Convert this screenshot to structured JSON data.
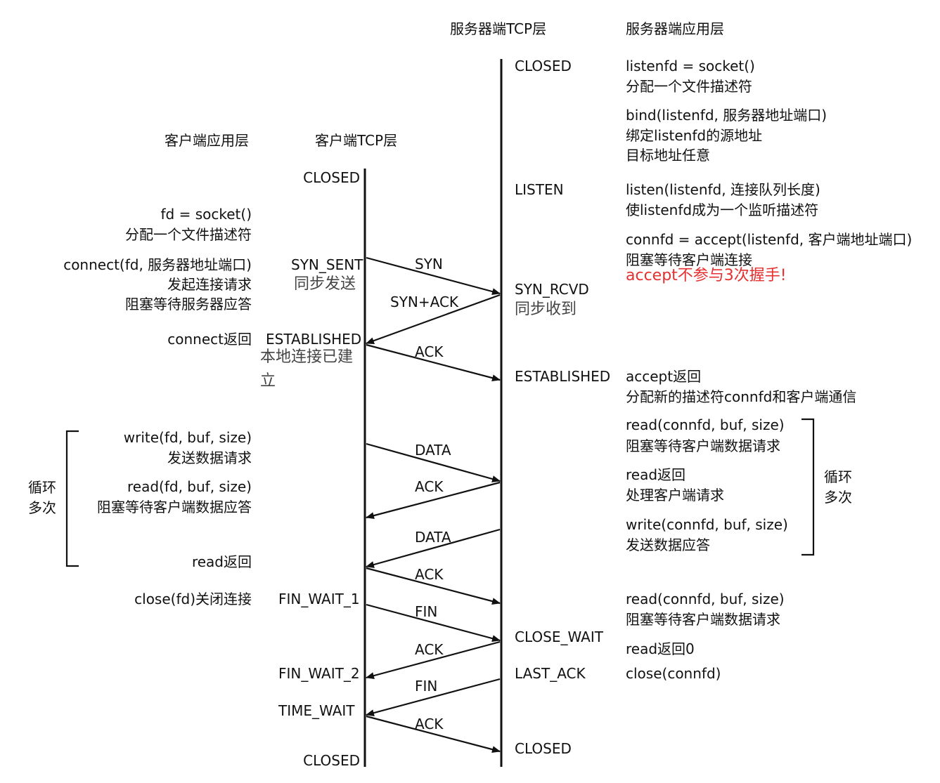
{
  "headers": {
    "client_app": "客户端应用层",
    "client_tcp": "客户端TCP层",
    "server_tcp": "服务器端TCP层",
    "server_app": "服务器端应用层"
  },
  "client_states": {
    "closed_top": "CLOSED",
    "syn_sent": "SYN_SENT",
    "syn_sent_note": "同步发送",
    "established": "ESTABLISHED",
    "established_note_1": "本地连接已建",
    "established_note_2": "立",
    "fin_wait_1": "FIN_WAIT_1",
    "fin_wait_2": "FIN_WAIT_2",
    "time_wait": "TIME_WAIT",
    "closed_bottom": "CLOSED"
  },
  "server_states": {
    "closed_top": "CLOSED",
    "listen": "LISTEN",
    "syn_rcvd": "SYN_RCVD",
    "syn_rcvd_note": "同步收到",
    "established": "ESTABLISHED",
    "close_wait": "CLOSE_WAIT",
    "last_ack": "LAST_ACK",
    "closed_bottom": "CLOSED"
  },
  "client_app": {
    "socket_1": "fd = socket()",
    "socket_2": "分配一个文件描述符",
    "connect_1": "connect(fd, 服务器地址端口)",
    "connect_2": "发起连接请求",
    "connect_3": "阻塞等待服务器应答",
    "connect_return": "connect返回",
    "write_1": "write(fd, buf, size)",
    "write_2": "发送数据请求",
    "read_1": "read(fd, buf, size)",
    "read_2": "阻塞等待客户端数据应答",
    "read_return": "read返回",
    "close": "close(fd)关闭连接",
    "loop_1": "循环",
    "loop_2": "多次"
  },
  "server_app": {
    "socket_1": "listenfd = socket()",
    "socket_2": "分配一个文件描述符",
    "bind_1": "bind(listenfd, 服务器地址端口)",
    "bind_2": "绑定listenfd的源地址",
    "bind_3": "目标地址任意",
    "listen_1": "listen(listenfd, 连接队列长度)",
    "listen_2": "使listenfd成为一个监听描述符",
    "accept_1": "connfd = accept(listenfd, 客户端地址端口)",
    "accept_2": "阻塞等待客户端连接",
    "accept_note": "accept不参与3次握手!",
    "accept_return_1": "accept返回",
    "accept_return_2": "分配新的描述符connfd和客户端通信",
    "read_1": "read(connfd, buf, size)",
    "read_2": "阻塞等待客户端数据请求",
    "read_return_1": "read返回",
    "read_return_2": "处理客户端请求",
    "write_1": "write(connfd, buf, size)",
    "write_2": "发送数据应答",
    "loop_1": "循环",
    "loop_2": "多次",
    "read2_1": "read(connfd, buf, size)",
    "read2_2": "阻塞等待客户端数据请求",
    "read_zero": "read返回0",
    "close": "close(connfd)"
  },
  "messages": {
    "syn": "SYN",
    "syn_ack": "SYN+ACK",
    "ack_1": "ACK",
    "data_1": "DATA",
    "ack_2": "ACK",
    "data_2": "DATA",
    "ack_3": "ACK",
    "fin_1": "FIN",
    "ack_4": "ACK",
    "fin_2": "FIN",
    "ack_5": "ACK"
  }
}
